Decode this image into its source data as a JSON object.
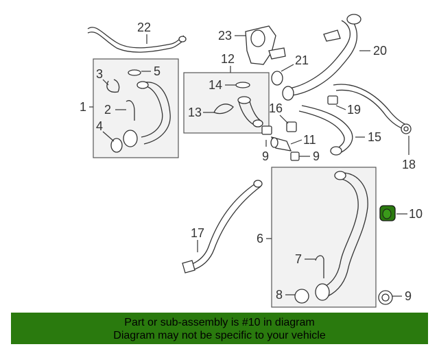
{
  "diagram": {
    "callouts": {
      "c1": "1",
      "c2": "2",
      "c3": "3",
      "c4": "4",
      "c5": "5",
      "c6": "6",
      "c7": "7",
      "c8": "8",
      "c9a": "9",
      "c9b": "9",
      "c9c": "9",
      "c10": "10",
      "c11": "11",
      "c12": "12",
      "c13": "13",
      "c14": "14",
      "c15": "15",
      "c16": "16",
      "c17": "17",
      "c18": "18",
      "c19": "19",
      "c20": "20",
      "c21": "21",
      "c22": "22",
      "c23": "23"
    },
    "colors": {
      "highlight": "#2a7a0e",
      "line": "#333333",
      "box_fill": "#f2f2f2"
    }
  },
  "banner": {
    "line1": "Part or sub-assembly is #10 in diagram",
    "line2": "Diagram may not be specific to your vehicle",
    "color": "#2a7a0e"
  }
}
